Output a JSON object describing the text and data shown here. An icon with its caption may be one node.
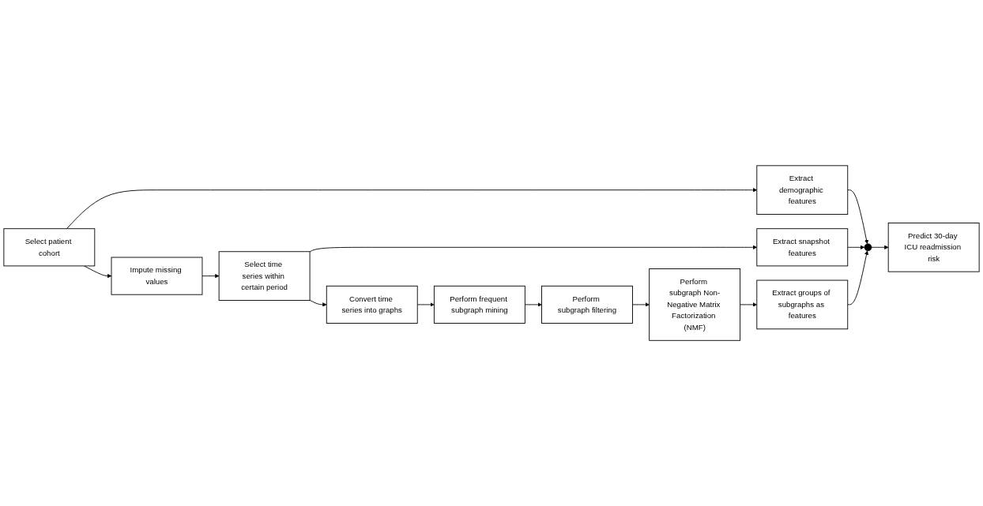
{
  "diagram": {
    "nodes": [
      {
        "text": [
          "Select patient cohort"
        ]
      },
      {
        "text": [
          "Impute missing values"
        ]
      },
      {
        "text": [
          "Select time series within certain period"
        ]
      },
      {
        "text": [
          "Extract demographic features"
        ]
      },
      {
        "text": [
          "Extract snapshot features"
        ]
      },
      {
        "text": [
          "Convert time series into graphs"
        ]
      },
      {
        "text": [
          "Perform frequent subgraph mining"
        ]
      },
      {
        "text": [
          "Perform subgraph filtering"
        ]
      },
      {
        "text": [
          "Perform subgraph Non-Negative Matrix Factorization (NMF)"
        ]
      },
      {
        "text": [
          "Extract groups of subgraphs as features"
        ]
      },
      {
        "text": [],
        "shape": "circle"
      },
      {
        "text": [
          "Predict 30-day ICU readmission risk"
        ]
      }
    ],
    "edges": [
      {
        "from": 0,
        "to": 1,
        "arrow": "to"
      },
      {
        "from": 0,
        "to": 3,
        "arrow": "to"
      },
      {
        "from": 1,
        "to": 2,
        "arrow": "to"
      },
      {
        "from": 2,
        "to": 4,
        "arrow": "to"
      },
      {
        "from": 2,
        "to": 5,
        "arrow": "to"
      },
      {
        "from": 5,
        "to": 6,
        "arrow": "to"
      },
      {
        "from": 6,
        "to": 7,
        "arrow": "to"
      },
      {
        "from": 7,
        "to": 8,
        "arrow": "to"
      },
      {
        "from": 8,
        "to": 9,
        "arrow": "to"
      },
      {
        "from": 3,
        "to": 10,
        "arrow": "to"
      },
      {
        "from": 4,
        "to": 10,
        "arrow": "to"
      },
      {
        "from": 9,
        "to": 10,
        "arrow": "to"
      },
      {
        "from": 10,
        "to": 11,
        "arrow": "to"
      }
    ]
  }
}
